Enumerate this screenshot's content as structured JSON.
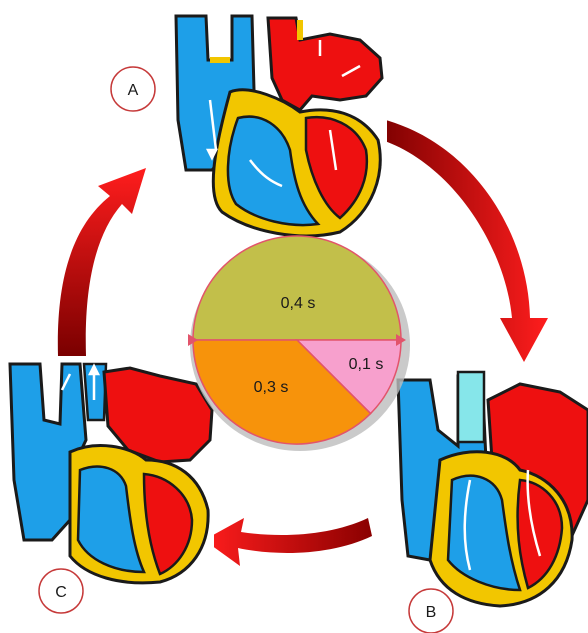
{
  "diagram": {
    "stages": [
      {
        "id": "A",
        "label": "A"
      },
      {
        "id": "B",
        "label": "B"
      },
      {
        "id": "C",
        "label": "C"
      }
    ],
    "center_pie": {
      "segments": [
        {
          "label": "0,4 s",
          "value": 0.4,
          "color": "#c2bf4a"
        },
        {
          "label": "0,3 s",
          "value": 0.3,
          "color": "#f7930b"
        },
        {
          "label": "0,1 s",
          "value": 0.1,
          "color": "#f7a0cd"
        }
      ],
      "edge_color": "#e2546b"
    },
    "colors": {
      "arrow": "#d80f0f",
      "arrow_dark": "#7a0000",
      "oxygenated_blood": "#ee1010",
      "deoxygenated_blood": "#1e9fe8",
      "heart_wall": "#f2c600",
      "outline": "#1a1a1a",
      "open_vessel": "#86e6ea",
      "circle_border": "#c63a3a"
    }
  }
}
